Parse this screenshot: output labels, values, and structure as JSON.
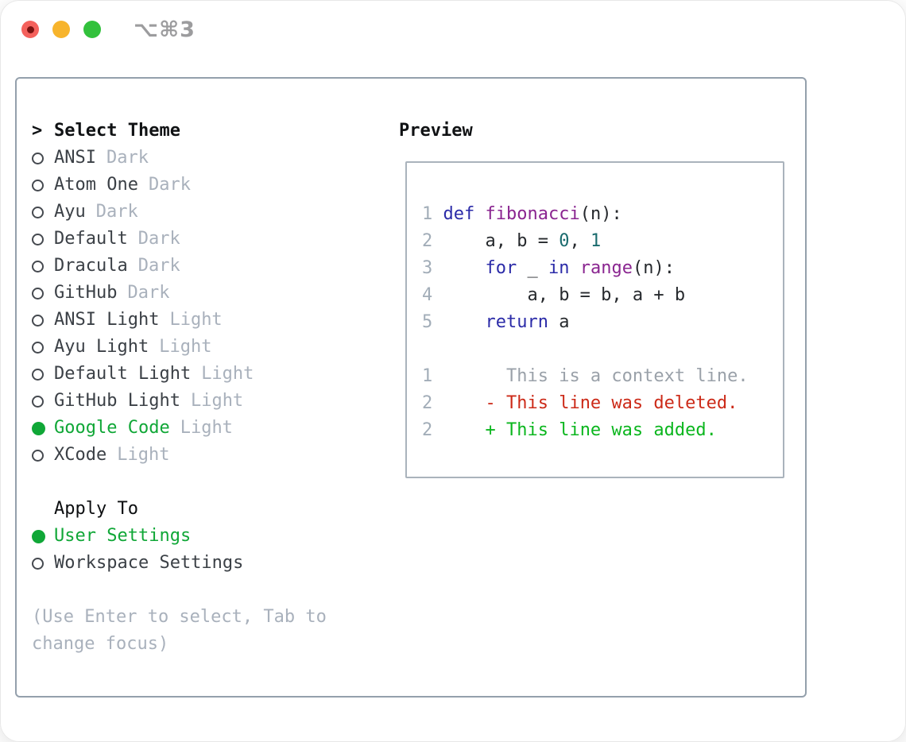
{
  "window": {
    "title": "⌥⌘3"
  },
  "panel": {
    "theme_list": {
      "prompt": ">",
      "title": "Select Theme",
      "items": [
        {
          "name": "ANSI",
          "variant": "Dark",
          "selected": false
        },
        {
          "name": "Atom One",
          "variant": "Dark",
          "selected": false
        },
        {
          "name": "Ayu",
          "variant": "Dark",
          "selected": false
        },
        {
          "name": "Default",
          "variant": "Dark",
          "selected": false
        },
        {
          "name": "Dracula",
          "variant": "Dark",
          "selected": false
        },
        {
          "name": "GitHub",
          "variant": "Dark",
          "selected": false
        },
        {
          "name": "ANSI Light",
          "variant": "Light",
          "selected": false
        },
        {
          "name": "Ayu Light",
          "variant": "Light",
          "selected": false
        },
        {
          "name": "Default Light",
          "variant": "Light",
          "selected": false
        },
        {
          "name": "GitHub Light",
          "variant": "Light",
          "selected": false
        },
        {
          "name": "Google Code",
          "variant": "Light",
          "selected": true
        },
        {
          "name": "XCode",
          "variant": "Light",
          "selected": false
        }
      ]
    },
    "apply_to": {
      "title": "Apply To",
      "items": [
        {
          "label": "User Settings",
          "selected": true
        },
        {
          "label": "Workspace Settings",
          "selected": false
        }
      ]
    },
    "help": {
      "lines": [
        "(Use Enter to select, Tab to",
        "change focus)"
      ]
    },
    "preview": {
      "title": "Preview",
      "code_lines": [
        [
          [
            "ln",
            "1 "
          ],
          [
            "kw",
            "def "
          ],
          [
            "fn",
            "fibonacci"
          ],
          [
            "pln",
            "(n):"
          ]
        ],
        [
          [
            "ln",
            "2 "
          ],
          [
            "pln",
            "    a, b = "
          ],
          [
            "num",
            "0"
          ],
          [
            "pln",
            ", "
          ],
          [
            "num",
            "1"
          ]
        ],
        [
          [
            "ln",
            "3 "
          ],
          [
            "pln",
            "    "
          ],
          [
            "kw",
            "for"
          ],
          [
            "pln",
            " _ "
          ],
          [
            "kw",
            "in"
          ],
          [
            "pln",
            " "
          ],
          [
            "fn",
            "range"
          ],
          [
            "pln",
            "(n):"
          ]
        ],
        [
          [
            "ln",
            "4 "
          ],
          [
            "pln",
            "        a, b = b, a + b"
          ]
        ],
        [
          [
            "ln",
            "5 "
          ],
          [
            "pln",
            "    "
          ],
          [
            "kw",
            "return"
          ],
          [
            "pln",
            " a"
          ]
        ],
        [],
        [
          [
            "ln",
            "1 "
          ],
          [
            "ctx",
            "      This is a context line."
          ]
        ],
        [
          [
            "ln",
            "2 "
          ],
          [
            "pln",
            "    "
          ],
          [
            "del",
            "- This line was deleted."
          ]
        ],
        [
          [
            "ln",
            "2 "
          ],
          [
            "pln",
            "    "
          ],
          [
            "add",
            "+ This line was added."
          ]
        ]
      ]
    }
  },
  "palette": {
    "accent_green": "#10a737",
    "muted_gray": "#a9b1bc",
    "diff_deleted": "#cc2a18",
    "diff_added": "#0bb61e",
    "code_keyword": "#2b2ba8",
    "code_function": "#8a2590",
    "code_number": "#1a6b6e",
    "traffic_red": "#f4615c",
    "traffic_yellow": "#f7b42c",
    "traffic_green": "#32c13c"
  }
}
